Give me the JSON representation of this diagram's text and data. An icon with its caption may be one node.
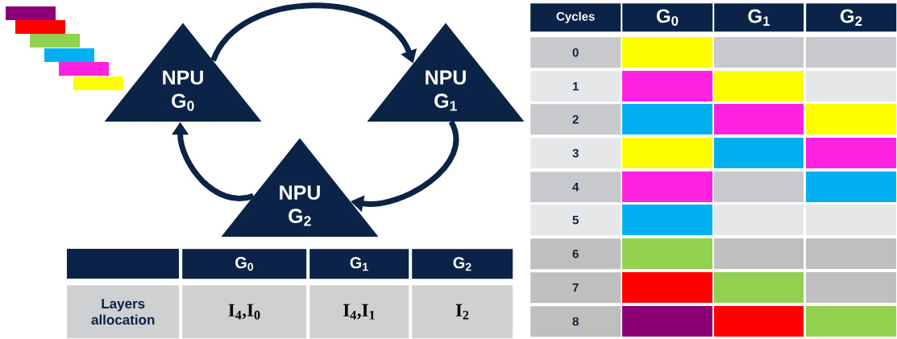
{
  "diagram": {
    "nodes": [
      {
        "text": [
          "NPU G$_{0}$"
        ]
      },
      {
        "text": [
          "NPU G$_{1}$"
        ]
      },
      {
        "text": [
          "NPU G$_{2}$"
        ]
      }
    ],
    "edges": [
      {
        "from": 0,
        "to": 1,
        "arrow": "to"
      },
      {
        "from": 1,
        "to": 2,
        "arrow": "to"
      },
      {
        "from": 2,
        "to": 0,
        "arrow": "to"
      }
    ],
    "labels": [
      "Cycles",
      "G$_{0}$",
      "G$_{1}$",
      "G$_{2}$",
      "0",
      "1",
      "2",
      "3",
      "4",
      "5",
      "6",
      "7",
      "8",
      "G$_{0}$",
      "G$_{1}$",
      "G$_{2}$",
      "Layers allocation",
      "I$_{4}$,I$_{0}$",
      "I$_{4}$,I$_{1}$",
      "I$_{2}$"
    ]
  }
}
